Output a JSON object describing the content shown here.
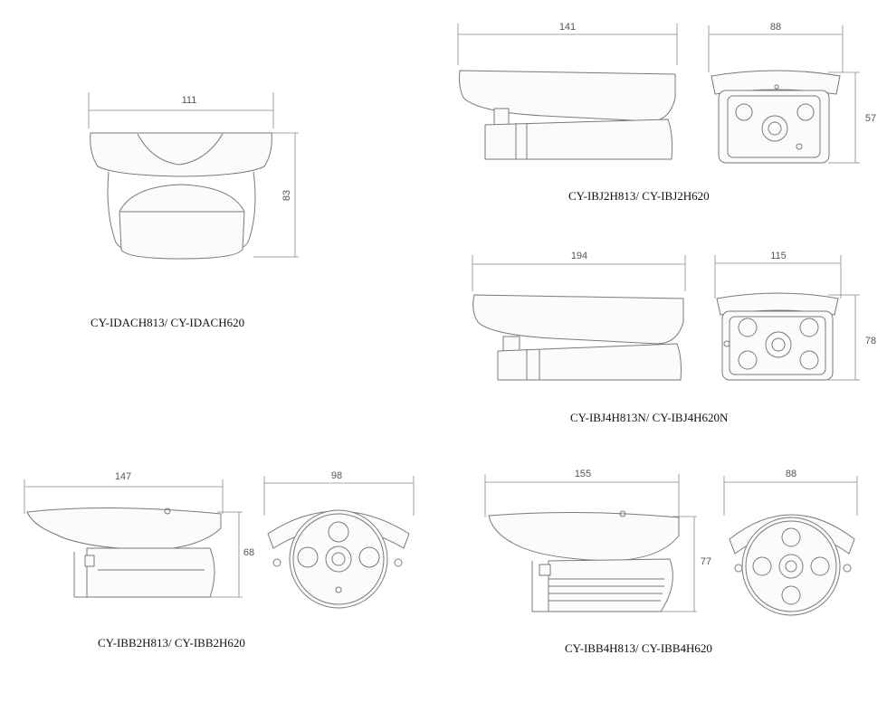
{
  "drawings": [
    {
      "model": "CY-IDACH813/ CY-IDACH620",
      "front_width": "111",
      "front_height": "83"
    },
    {
      "model": "CY-IBJ2H813/ CY-IBJ2H620",
      "side_length": "141",
      "front_width": "88",
      "front_height": "57"
    },
    {
      "model": "CY-IBJ4H813N/ CY-IBJ4H620N",
      "side_length": "194",
      "front_width": "115",
      "front_height": "78"
    },
    {
      "model": "CY-IBB2H813/ CY-IBB2H620",
      "side_length": "147",
      "front_width": "98",
      "side_height": "68"
    },
    {
      "model": "CY-IBB4H813/ CY-IBB4H620",
      "side_length": "155",
      "front_width": "88",
      "side_height": "77"
    }
  ]
}
